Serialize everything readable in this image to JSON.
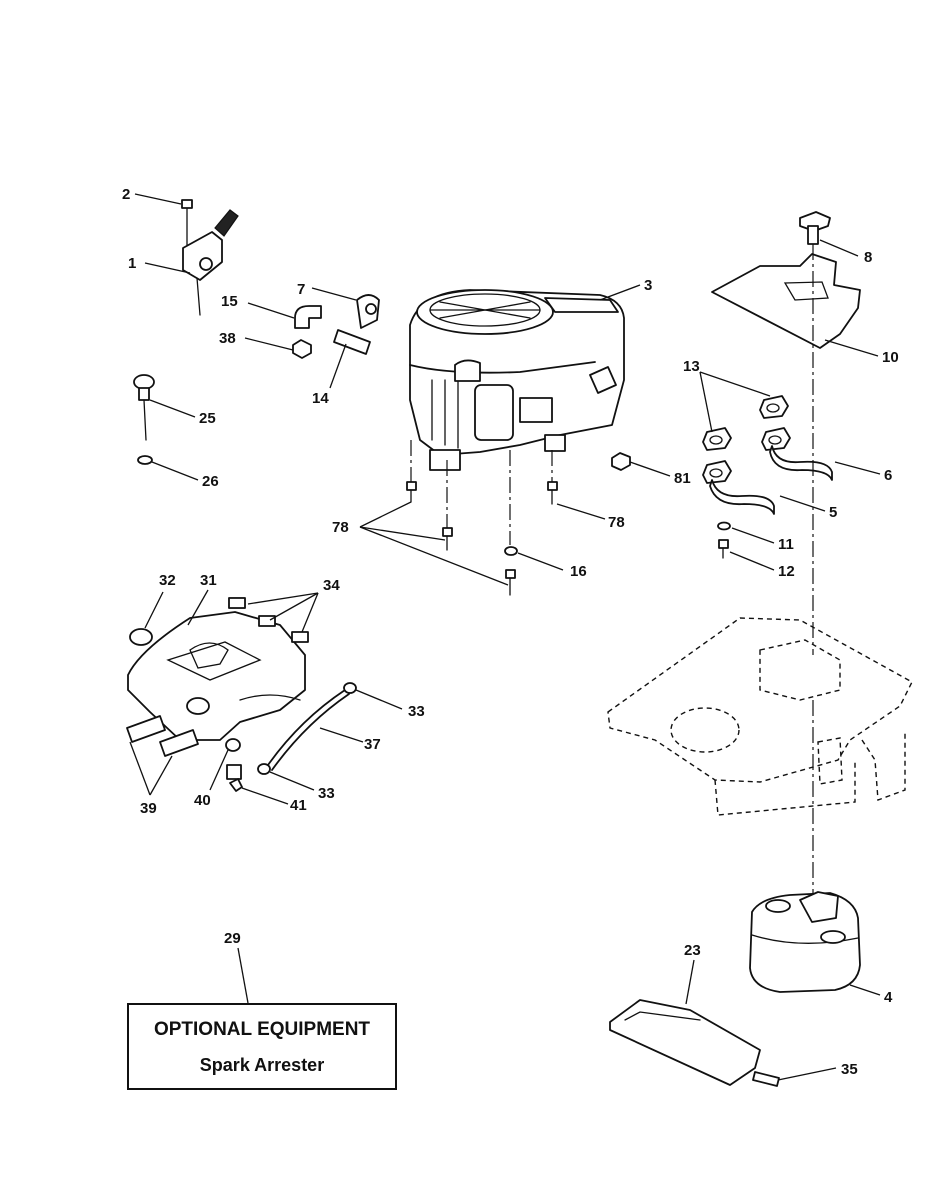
{
  "callouts": {
    "c1": "1",
    "c2": "2",
    "c3": "3",
    "c4": "4",
    "c5": "5",
    "c6": "6",
    "c7": "7",
    "c8": "8",
    "c10": "10",
    "c11": "11",
    "c12": "12",
    "c13": "13",
    "c14": "14",
    "c15": "15",
    "c16": "16",
    "c23": "23",
    "c25": "25",
    "c26": "26",
    "c29": "29",
    "c31": "31",
    "c32": "32",
    "c33a": "33",
    "c33b": "33",
    "c34": "34",
    "c35": "35",
    "c37": "37",
    "c38": "38",
    "c39": "39",
    "c40": "40",
    "c41": "41",
    "c78a": "78",
    "c78b": "78",
    "c81": "81"
  },
  "optional_equipment": {
    "title": "OPTIONAL EQUIPMENT",
    "subtitle": "Spark Arrester"
  }
}
